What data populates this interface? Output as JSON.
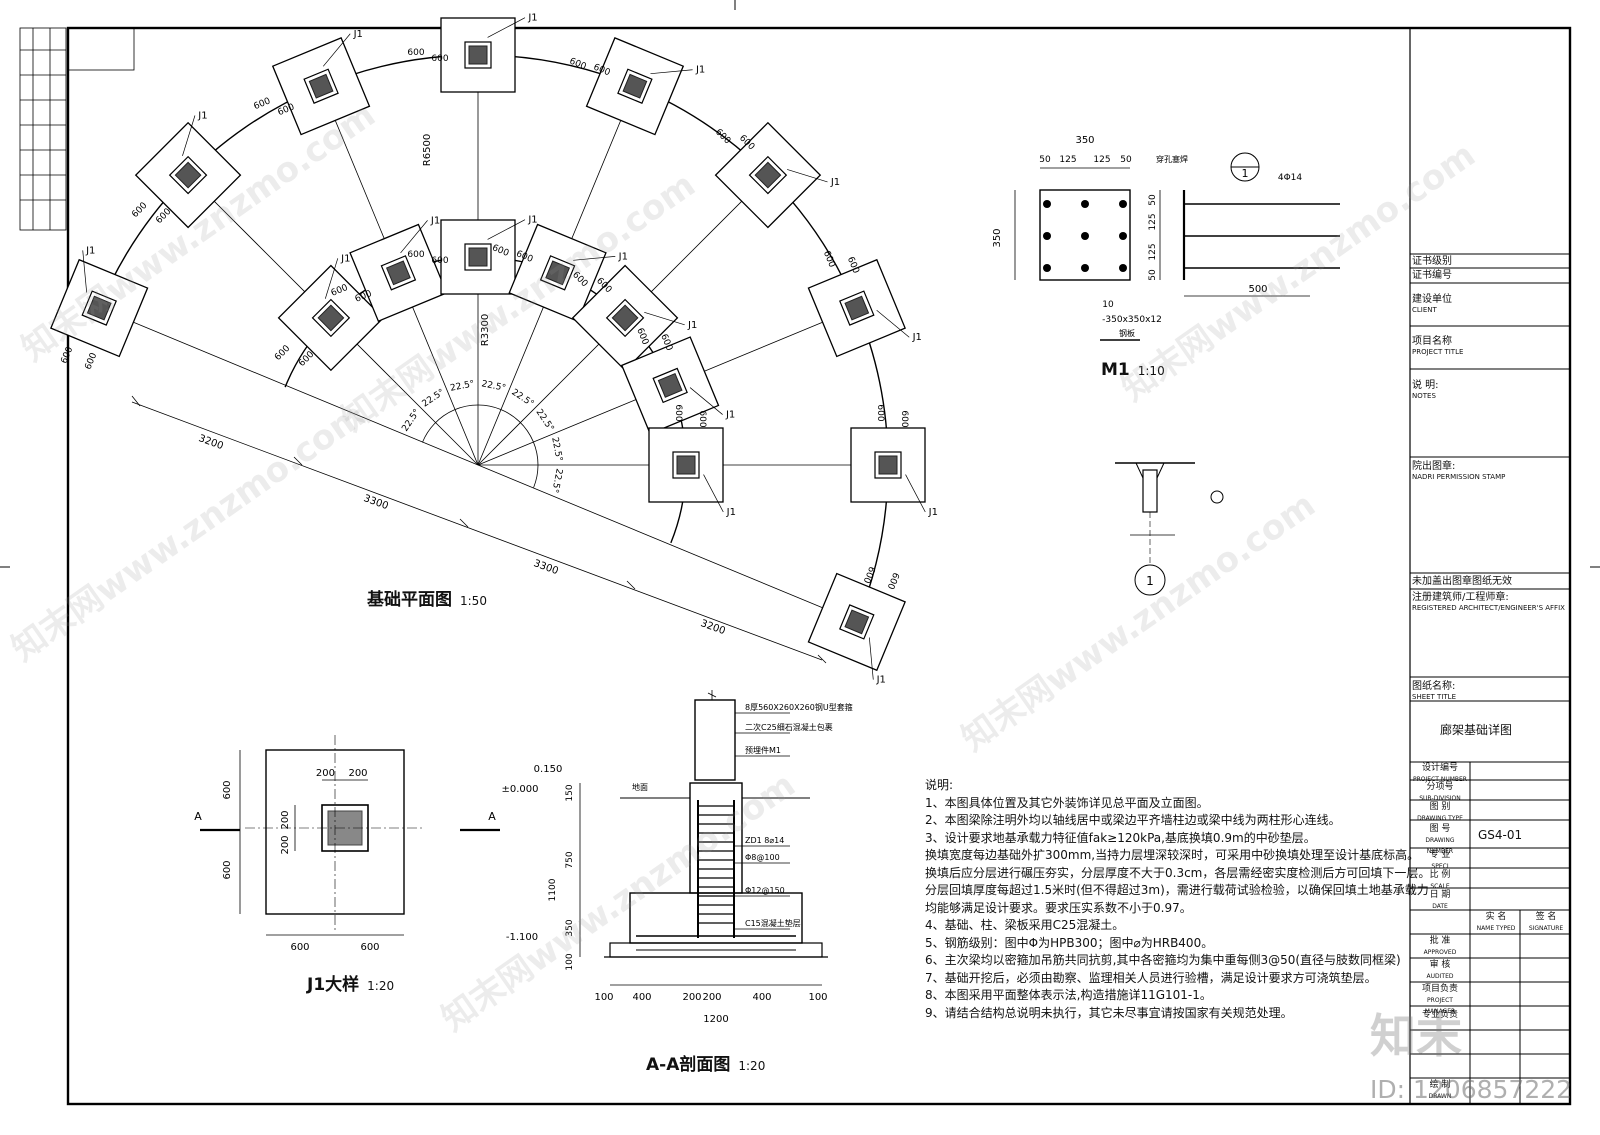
{
  "titles": {
    "plan": "基础平面图",
    "plan_scale": "1:50",
    "j1": "J1大样",
    "j1_scale": "1:20",
    "section": "A-A剖面图",
    "section_scale": "1:20",
    "m1": "M1",
    "m1_scale": "1:10"
  },
  "plan": {
    "footing_label": "J1",
    "dim_600": "600",
    "radius_outer": "R6500",
    "radius_inner": "R3300",
    "angle": "22.5°",
    "radial_dims": [
      "3200",
      "3300",
      "3300",
      "3200"
    ]
  },
  "j1": {
    "dims": [
      "200",
      "200",
      "600",
      "600",
      "600",
      "600",
      "200",
      "200"
    ],
    "section_mark": "A"
  },
  "section": {
    "callouts": [
      "8厚560X260X260钢U型套箍",
      "二次C25细石混凝土包裹",
      "预埋件M1",
      "ZD1 8⌀14",
      "Φ8@100",
      "Φ12@150",
      "C15混凝土垫层"
    ],
    "ground": "地面",
    "levels": [
      "0.150",
      "±0.000",
      "-1.100"
    ],
    "vdims": [
      "150",
      "750",
      "1100",
      "350",
      "100"
    ],
    "hdims": [
      "100",
      "400",
      "200",
      "200",
      "400",
      "100"
    ],
    "total": "1200"
  },
  "m1": {
    "top_dims": [
      "350",
      "50",
      "125",
      "125",
      "50"
    ],
    "side_dims": [
      "350",
      "50",
      "125",
      "125",
      "50"
    ],
    "bolt_label": "穿孔塞焊",
    "bar_label": "4Φ14",
    "len": "500",
    "plate": "-350x350x12",
    "plate_note": "钢板",
    "ten": "10",
    "callout": "1"
  },
  "detail1": {
    "label": "1"
  },
  "notes": {
    "head": "说明:",
    "items": [
      "1、本图具体位置及其它外装饰详见总平面及立面图。",
      "2、本图梁除注明外均以轴线居中或梁边平齐墙柱边或梁中线为两柱形心连线。",
      "3、设计要求地基承载力特征值fak≥120kPa,基底换填0.9m的中砂垫层。",
      "   换填宽度每边基础外扩300mm,当持力层埋深较深时，可采用中砂换填处理至设计基底标高。",
      "   换填后应分层进行碾压夯实，分层厚度不大于0.3cm，各层需经密实度检测后方可回填下一层。",
      "   分层回填厚度每超过1.5米时(但不得超过3m)，需进行载荷试验检验，以确保回填土地基承载力",
      "   均能够满足设计要求。要求压实系数不小于0.97。",
      "4、基础、柱、梁板采用C25混凝土。",
      "5、钢筋级别：图中Φ为HPB300；图中⌀为HRB400。",
      "6、主次梁均以密箍加吊筋共同抗剪,其中各密箍均为集中重每侧3@50(直径与肢数同框梁)",
      "7、基础开挖后，必须由勘察、监理相关人员进行验槽，满足设计要求方可浇筑垫层。",
      "8、本图采用平面整体表示法,构造措施详11G101-1。",
      "9、请结合结构总说明未执行，其它未尽事宜请按国家有关规范处理。"
    ]
  },
  "titleblock": {
    "cert_level": "证书级别",
    "cert_no": "证书编号",
    "client": "建设单位",
    "client_en": "CLIENT",
    "project": "项目名称",
    "project_en": "PROJECT TITLE",
    "notes": "说  明:",
    "notes_en": "NOTES",
    "stamp": "院出图章:",
    "stamp_en": "NADRI PERMISSION STAMP",
    "invalid": "未加盖出图章图纸无效",
    "reg": "注册建筑师/工程师章:",
    "reg_en": "REGISTERED ARCHITECT/ENGINEER'S AFFIX",
    "sheet": "图纸名称:",
    "sheet_en": "SHEET TITLE",
    "sheet_value": "廊架基础详图",
    "proj_no": "设计编号",
    "proj_no_en": "PROJECT NUMBER",
    "sub": "分项号",
    "sub_en": "SUB-DIVISION",
    "type": "图  别",
    "type_en": "DRAWING TYPE",
    "dwg": "图  号",
    "dwg_en": "DRAWING NUMBER",
    "dwg_value": "GS4-01",
    "spec": "专  业",
    "spec_en": "SPECI",
    "scale": "比  例",
    "scale_en": "SCALE",
    "date": "日  期",
    "date_en": "DATE",
    "name": "实  名",
    "name_en": "NAME TYPED",
    "sign": "签  名",
    "sign_en": "SIGNATURE",
    "approved": "批  准",
    "approved_en": "APPROVED",
    "audited": "审  核",
    "audited_en": "AUDITED",
    "pm": "项目负责",
    "pm_en": "PROJECT MANAGER",
    "checked": "专业负责",
    "drawn": "绘  制",
    "drawn_en": "DRAWN"
  },
  "watermark": {
    "text": "知末网www.znzmo.com",
    "brand": "知末",
    "id": "ID: 1206857222"
  }
}
